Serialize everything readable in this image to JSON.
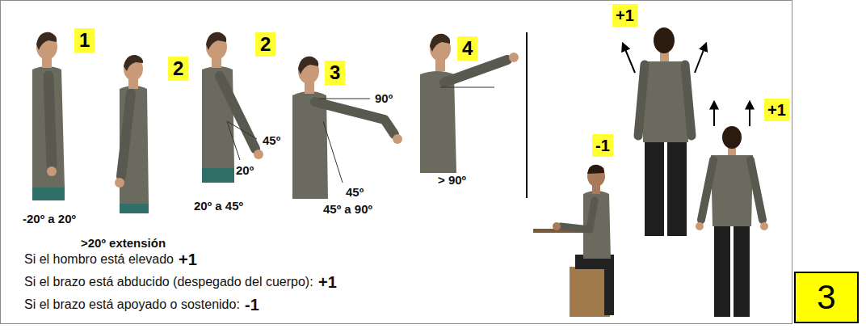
{
  "diagram": {
    "nodes": [
      {
        "text": [
          "1"
        ]
      },
      {
        "text": [
          "2"
        ]
      },
      {
        "text": [
          "2"
        ]
      },
      {
        "text": [
          "3"
        ]
      },
      {
        "text": [
          "4"
        ]
      },
      {
        "text": [
          "+1"
        ]
      },
      {
        "text": [
          "+1"
        ]
      },
      {
        "text": [
          "-1"
        ]
      },
      {
        "text": [
          "3"
        ]
      }
    ],
    "labels": [
      "-20º a 20º",
      ">20º extensión",
      "45º",
      "20º",
      "20º a 45º",
      "90º",
      "45º",
      "45º a 90º",
      "> 90º",
      "Si el hombro está elevado",
      "+1",
      "Si el brazo está abducido (despegado del cuerpo):",
      "+1",
      "Si el brazo está apoyado o sostenido:",
      "-1"
    ]
  }
}
